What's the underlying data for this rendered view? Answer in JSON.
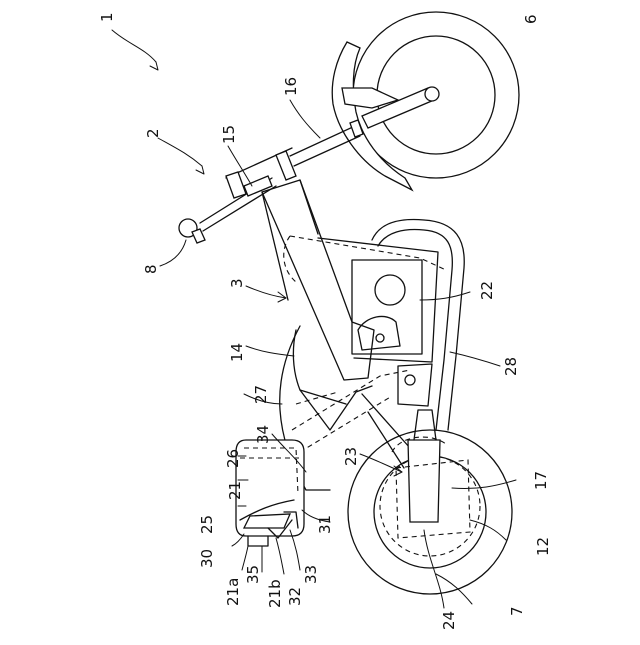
{
  "figure": {
    "labels": {
      "l1": "1",
      "l2": "2",
      "l3": "3",
      "l6": "6",
      "l7": "7",
      "l8": "8",
      "l12": "12",
      "l14": "14",
      "l15": "15",
      "l16": "16",
      "l17": "17",
      "l21": "21",
      "l21a": "21a",
      "l21b": "21b",
      "l22": "22",
      "l23": "23",
      "l24": "24",
      "l25": "25",
      "l26": "26",
      "l27": "27",
      "l28": "28",
      "l30": "30",
      "l31": "31",
      "l32": "32",
      "l33": "33",
      "l34": "34",
      "l35": "35"
    }
  }
}
